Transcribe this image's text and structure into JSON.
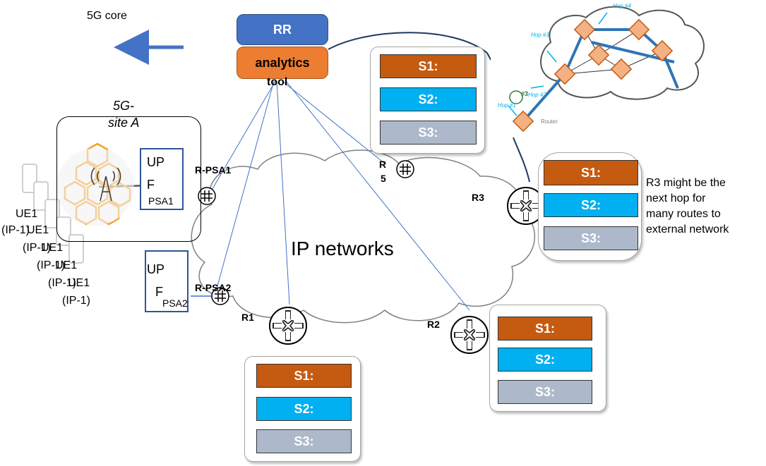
{
  "core": {
    "label": "5G core",
    "arrow_color": "#4472c4"
  },
  "controller": {
    "rr_label": "RR",
    "analytics_label": "analytics",
    "tool_label": "tool",
    "rr_color": "#4472c4",
    "analytics_color": "#ed7d31"
  },
  "site": {
    "title_line1": "5G-",
    "title_line2": "site A"
  },
  "upf1": {
    "line1": "UP",
    "line2": "F",
    "psa": "PSA1",
    "router_label": "R-PSA1"
  },
  "upf2": {
    "line1": "UP",
    "line2": "F",
    "psa": "PSA2",
    "router_label": "R-PSA2"
  },
  "ues": [
    {
      "name": "UE1",
      "ip": "(IP-1)"
    },
    {
      "name": "UE1",
      "ip": "(IP-1)"
    },
    {
      "name": "UE1",
      "ip": "(IP-1)"
    },
    {
      "name": "UE1",
      "ip": "(IP-1)"
    },
    {
      "name": "UE1",
      "ip": "(IP-1)"
    }
  ],
  "cloud": {
    "label": "IP networks"
  },
  "routers": {
    "r1": "R1",
    "r2": "R2",
    "r3": "R3",
    "r5_line1": "R",
    "r5_line2": "5"
  },
  "service_labels": {
    "s1": "S1:",
    "s2": "S2:",
    "s3": "S3:"
  },
  "service_colors": {
    "s1": "#c55a11",
    "s2": "#00b0f0",
    "s3": "#adb9ca"
  },
  "note": {
    "line1": "R3 might be the",
    "line2": "next hop for",
    "line3": "many routes to",
    "line4": "external network"
  },
  "inset": {
    "hop1": "Hop #1",
    "hop2": "Hop #2",
    "hop3": "Hop #3",
    "hop4": "Hop #4",
    "badge": "#3",
    "router_text": "Router"
  },
  "icons": [
    "cellular-tower-icon",
    "phone-icon",
    "router-icon",
    "switch-icon",
    "hexagon-cell-icon"
  ]
}
